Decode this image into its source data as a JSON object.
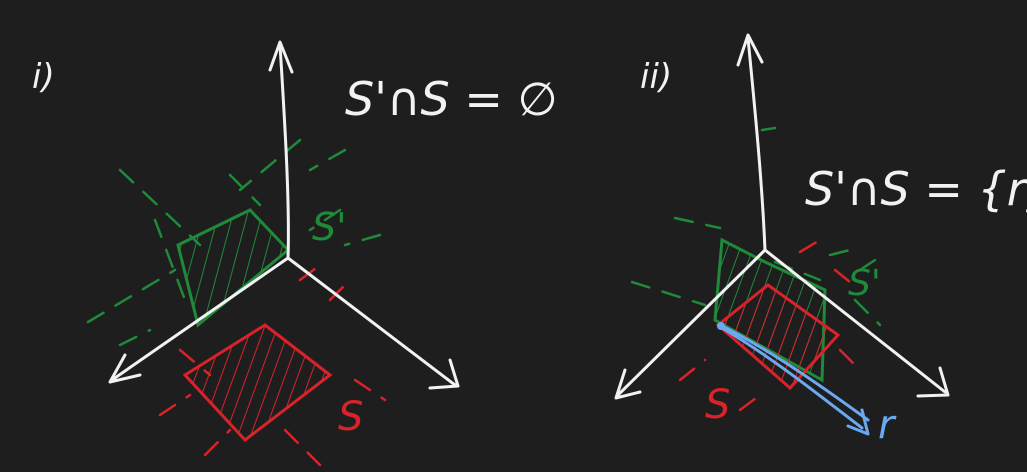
{
  "colors": {
    "background": "#1e1e1e",
    "ink": "#f2f2f2",
    "green": "#1f8a3a",
    "red": "#d8232a",
    "blue": "#6aa8f0"
  },
  "panels": [
    {
      "label": "i)",
      "equation": "S'∩S = ∅",
      "set_prime": "S'",
      "set": "S"
    },
    {
      "label": "ii)",
      "equation": "S'∩S = {r}",
      "set_prime": "S'",
      "set": "S",
      "ray": "r"
    }
  ]
}
